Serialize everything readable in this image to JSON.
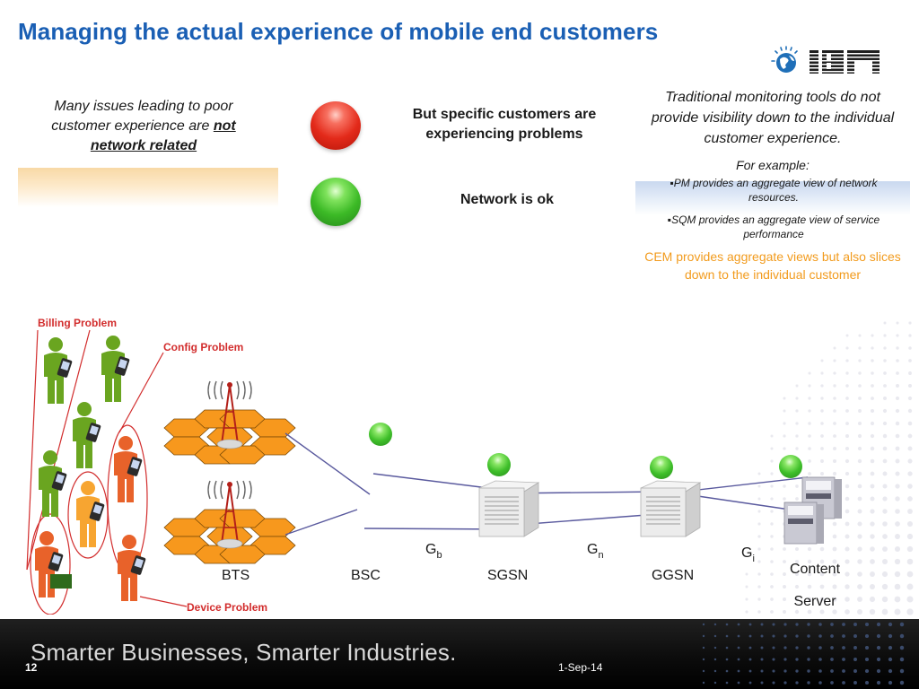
{
  "title": "Managing the actual experience of mobile end customers",
  "logo": {
    "text": "IBM",
    "icon": "ibm-globe-logo",
    "color": "#1f1f1f"
  },
  "left_panel": {
    "text_before": "Many issues leading to poor customer experience are ",
    "emphasis": "not network related"
  },
  "middle_panel": {
    "red_status": {
      "icon": "red-status-light",
      "color": "#e32a1a",
      "text": "But specific customers are experiencing problems"
    },
    "green_status": {
      "icon": "green-status-light",
      "color": "#3cba26",
      "text": "Network is ok"
    }
  },
  "right_panel": {
    "intro": "Traditional monitoring tools do not provide visibility down to the individual customer experience.",
    "for_example": "For example:",
    "bullets": [
      "PM provides an aggregate view of network resources.",
      "SQM provides an aggregate view of service performance"
    ],
    "cem_note": "CEM provides aggregate views but also slices down to the individual customer",
    "cem_color": "#f29b1d"
  },
  "problem_labels": {
    "billing": "Billing Problem",
    "config": "Config Problem",
    "device": "Device Problem",
    "color": "#d22d2d"
  },
  "network": {
    "nodes": {
      "bts": "BTS",
      "bsc": "BSC",
      "sgsn": "SGSN",
      "ggsn": "GGSN",
      "content_server": "Content Server"
    },
    "interfaces": [
      {
        "base": "G",
        "sub": "b"
      },
      {
        "base": "G",
        "sub": "n"
      },
      {
        "base": "G",
        "sub": "i"
      }
    ],
    "cell_color": "#f7981d",
    "link_color": "#5a5a9e"
  },
  "customers": {
    "ok_color": "#6aa520",
    "problem_colors": [
      "#e8622a",
      "#f7a531"
    ]
  },
  "footer": {
    "tagline": "Smarter Businesses, Smarter Industries.",
    "page_number": "12",
    "date": "1-Sep-14"
  }
}
